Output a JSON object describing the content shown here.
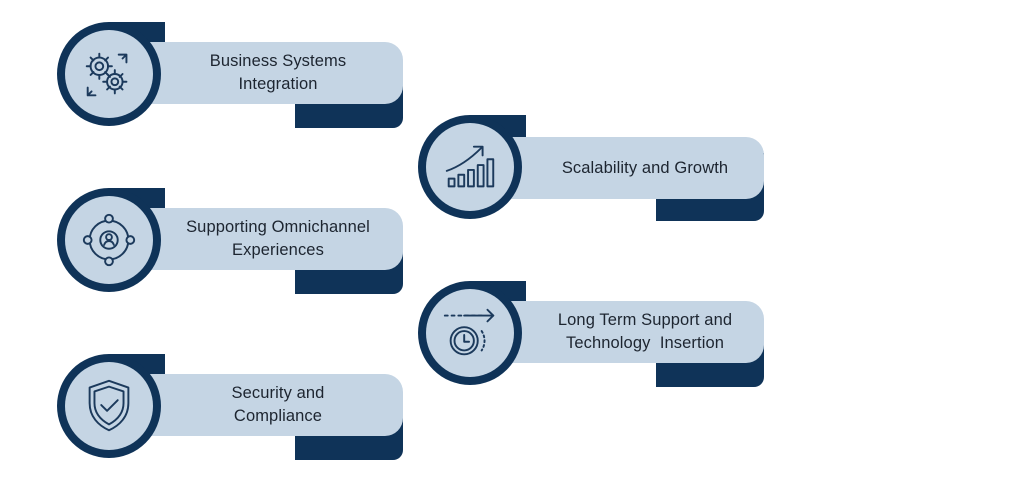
{
  "cards": [
    {
      "label_lines": [
        "Business Systems",
        "Integration"
      ],
      "icon": "gears-icon"
    },
    {
      "label_lines": [
        "Scalability and Growth"
      ],
      "icon": "growth-chart-icon"
    },
    {
      "label_lines": [
        "Supporting Omnichannel",
        "Experiences"
      ],
      "icon": "omnichannel-user-icon"
    },
    {
      "label_lines": [
        "Long Term Support and",
        "Technology  Insertion"
      ],
      "icon": "clock-arrow-icon"
    },
    {
      "label_lines": [
        "Security and",
        "Compliance"
      ],
      "icon": "shield-check-icon"
    }
  ],
  "colors": {
    "navy": "#0f3358",
    "light_blue": "#c5d5e4",
    "text": "#1d2530"
  }
}
